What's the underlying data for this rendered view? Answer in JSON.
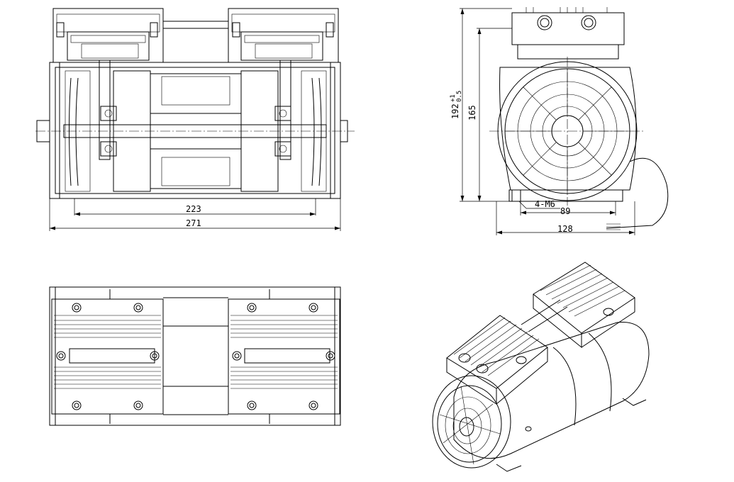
{
  "dimensions": {
    "front_inner_width": "223",
    "front_total_width": "271",
    "side_total_height": "192",
    "side_total_height_tol_upper": "+1",
    "side_total_height_tol_lower": "0.5",
    "side_axis_height": "165",
    "thread_callout": "4-M6",
    "side_hole_spacing": "89",
    "side_total_width": "128"
  },
  "colors": {
    "line": "#000000",
    "background": "#ffffff"
  }
}
